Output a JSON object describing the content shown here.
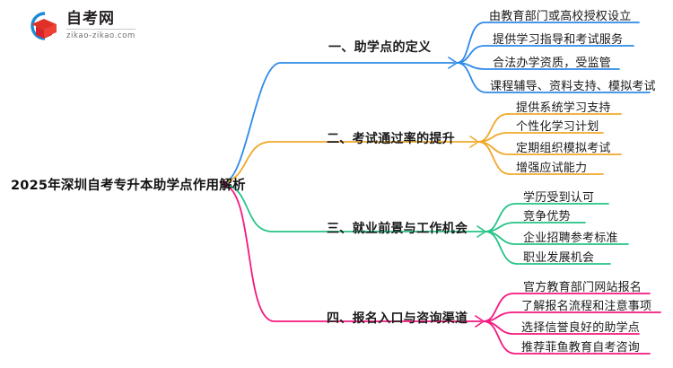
{
  "logo": {
    "name_cn": "自考网",
    "url": "zikao-zikao.com",
    "mark_icon": "graduation-cap-icon",
    "arc_color": "#1b8ad6",
    "cap_color": "#e03127"
  },
  "mindmap": {
    "root": {
      "label": "2025年深圳自考专升本助学点作用解析"
    },
    "branches": [
      {
        "label": "一、助学点的定义",
        "color": "#2f8ae8",
        "children": [
          "由教育部门或高校授权设立",
          "提供学习指导和考试服务",
          "合法办学资质，受监管",
          "课程辅导、资料支持、模拟考试"
        ]
      },
      {
        "label": "二、考试通过率的提升",
        "color": "#f0a92c",
        "children": [
          "提供系统学习支持",
          "个性化学习计划",
          "定期组织模拟考试",
          "增强应试能力"
        ]
      },
      {
        "label": "三、就业前景与工作机会",
        "color": "#26c485",
        "children": [
          "学历受到认可",
          "竞争优势",
          "企业招聘参考标准",
          "职业发展机会"
        ]
      },
      {
        "label": "四、报名入口与咨询渠道",
        "color": "#f5187f",
        "children": [
          "官方教育部门网站报名",
          "了解报名流程和注意事项",
          "选择信誉良好的助学点",
          "推荐菲鱼教育自考咨询"
        ]
      }
    ]
  }
}
